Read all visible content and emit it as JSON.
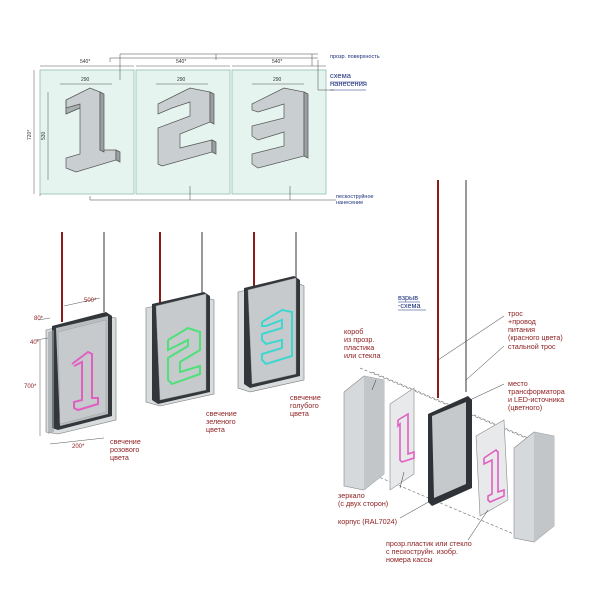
{
  "top": {
    "dims_width": [
      "540*",
      "540*",
      "540*"
    ],
    "dims_inner": [
      "290",
      "290",
      "290"
    ],
    "dim_height_outer": "720*",
    "dim_height_inner": "530",
    "label_surface": "прозр. поверхность",
    "label_scheme": "схема\nнанесения",
    "label_sandblast": "пескоструйное\nнанесение"
  },
  "signs": {
    "dims": {
      "d500": "500*",
      "d80": "80*",
      "d40": "40*",
      "d700": "700*",
      "d200": "200*"
    },
    "glow_pink": "свечение\nрозового\nцвета",
    "glow_green": "свечение\nзеленого\nцвета",
    "glow_blue": "свечение\nголубого\nцвета"
  },
  "explode": {
    "title": "взрыв\n-схема",
    "box": "короб\nиз прозр.\nпластика\nили стекла",
    "cable_power": "трос\n+провод\nпитания\n(красного цвета)",
    "steel_cable": "стальной трос",
    "transformer": "место\nтрансформатора\nи LED-источника\n(цветного)",
    "mirror": "зеркало\n(с двух сторон)",
    "body": "корпус (RAL7024)",
    "plastic": "прозр.пластик или стекло\nс пескоструйн. изобр.\nномера кассы"
  },
  "colors": {
    "pink": "#e05fc0",
    "green": "#4fe07a",
    "cyan": "#3fd6d0",
    "red_cable": "#8a1b1b",
    "body": "#2f3236"
  }
}
